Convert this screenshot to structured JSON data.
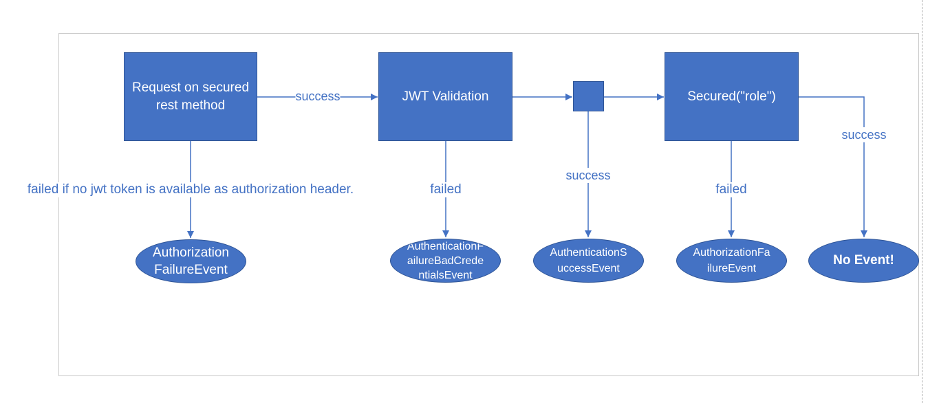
{
  "nodes": {
    "request": "Request on secured rest method",
    "jwt": "JWT Validation",
    "junction": "",
    "secured": "Secured(\"role\")"
  },
  "events": {
    "authz_failure": "Authorization FailureEvent",
    "auth_bad_credentials": "AuthenticationFailureBadCredentialsEvent",
    "auth_success": "AuthenticationSuccessEvent",
    "authz_fail2": "AuthorizationFailureEvent",
    "no_event": "No Event!"
  },
  "labels": {
    "req_to_jwt": "success",
    "req_failed": "failed if no jwt token is available as authorization header.",
    "jwt_failed": "failed",
    "junction_success": "success",
    "secured_failed": "failed",
    "secured_success": "success"
  },
  "colors": {
    "node_fill": "#4472c4",
    "node_border": "#2f5597",
    "line": "#4472c4",
    "label_text": "#4472c4"
  }
}
